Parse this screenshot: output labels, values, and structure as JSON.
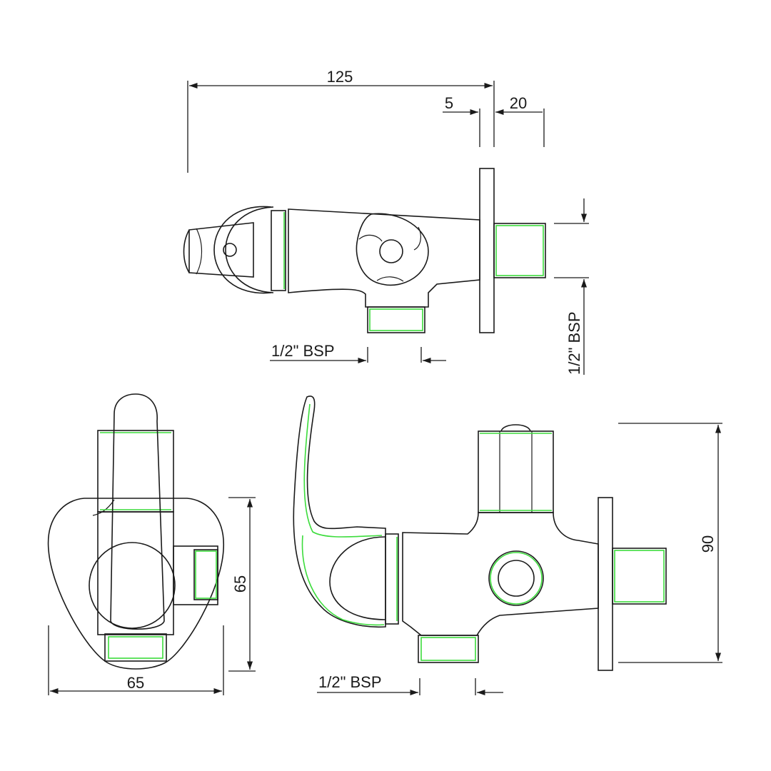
{
  "dimensions": {
    "overall_length": "125",
    "flange_thickness": "5",
    "spigot_length": "20",
    "thread_top_outlet": "1/2\" BSP",
    "thread_rear_inlet": "1/2\" BSP",
    "front_height": "65",
    "front_width": "65",
    "side_height": "90",
    "thread_side_outlet": "1/2\" BSP"
  }
}
